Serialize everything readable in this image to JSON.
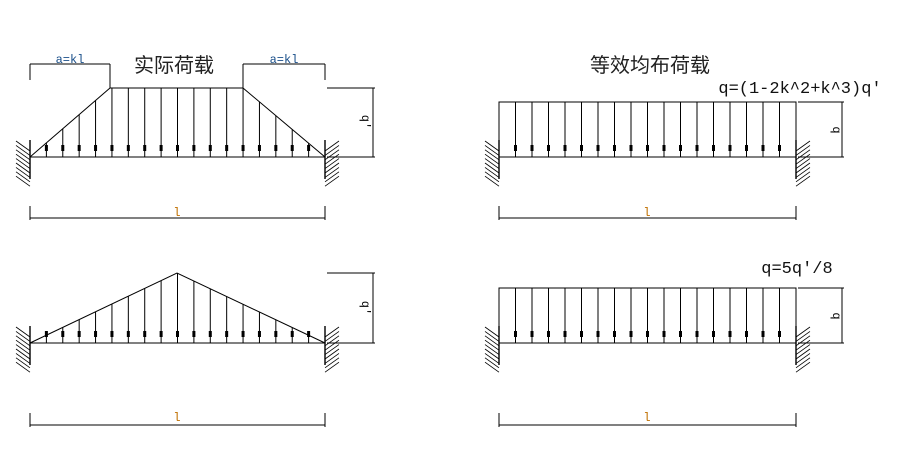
{
  "titles": {
    "actual": "实际荷载",
    "equivalent": "等效均布荷载"
  },
  "labels": {
    "a_kl": "a=kl",
    "q_prime": "q'",
    "q": "q",
    "span": "l",
    "formula_trapezoid": "q=(1-2k^2+k^3)q'",
    "formula_triangle": "q=5q'/8"
  },
  "colors": {
    "line": "#000000",
    "span_label": "#c07000",
    "a_label": "#1a4f8a"
  }
}
